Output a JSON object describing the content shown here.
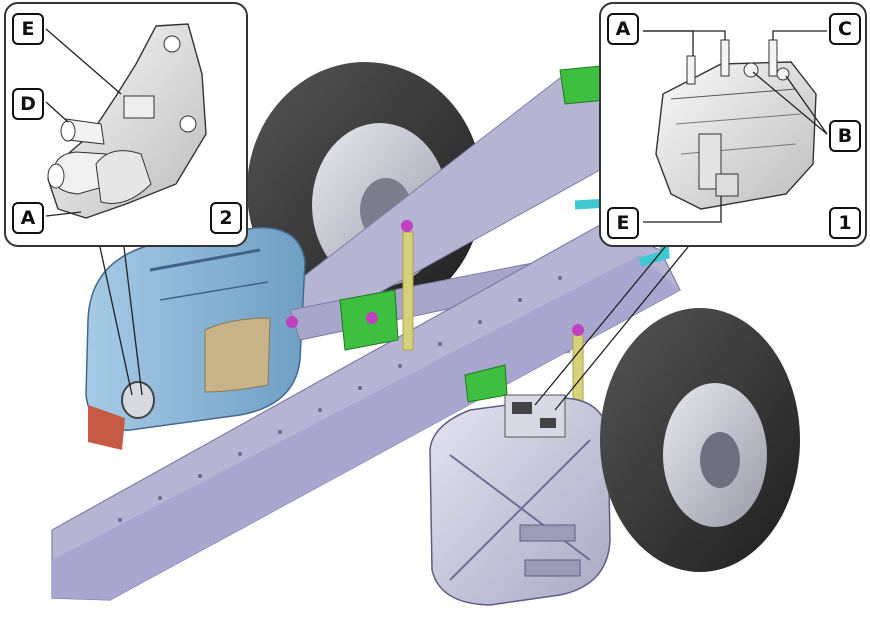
{
  "callouts": {
    "left": {
      "number": "2",
      "labels": {
        "e": "E",
        "d": "D",
        "a": "A"
      }
    },
    "right": {
      "number": "1",
      "labels": {
        "a": "A",
        "c": "C",
        "b": "B",
        "e": "E"
      }
    }
  },
  "colors": {
    "frame": "#b7b5d4",
    "frame_dark": "#8e8cb5",
    "tire": "#2f2f2f",
    "tank_blue": "#8cb8d8",
    "tank_tan": "#c9b48a",
    "adblue_tank": "#cfcfe2",
    "green_parts": "#3fbf3f",
    "cyan_pipe": "#3fc8d0",
    "yellow_rod": "#d7d27a",
    "magenta_parts": "#c040c0",
    "red_part": "#c65a45"
  }
}
